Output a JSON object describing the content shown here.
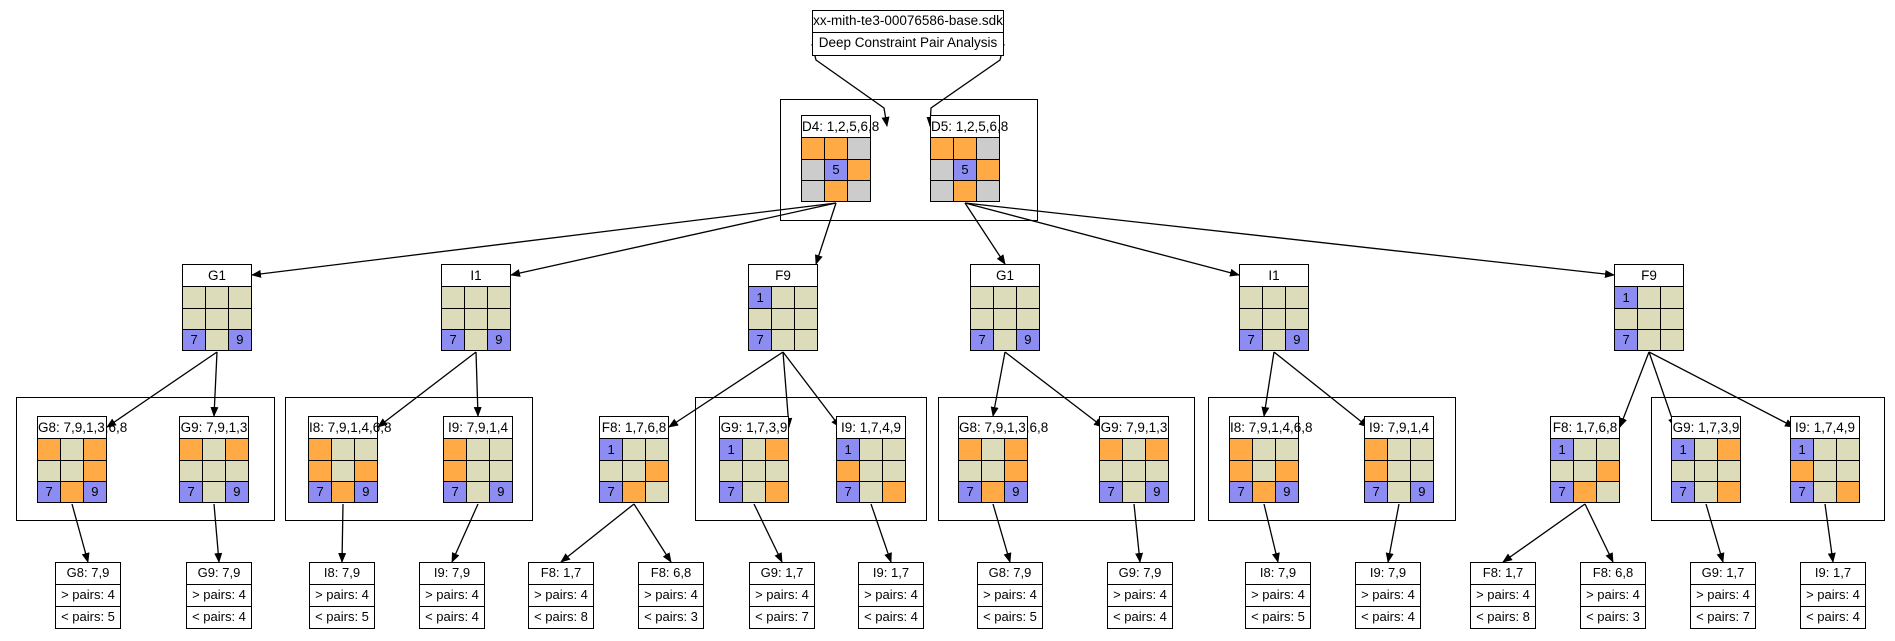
{
  "colors": {
    "b": "#8c8cf2",
    "o": "#ffaa44",
    "g": "#cccccc",
    "k": "#dcdcba",
    "w": "#ffffff"
  },
  "top": {
    "file": "xx-mith-te3-00076586-base.sdk",
    "title": "Deep Constraint Pair Analysis"
  },
  "roots": [
    {
      "label": "D4: 1,2,5,6,8",
      "cells": [
        "o",
        "o",
        "g",
        "g",
        "b",
        "o",
        "g",
        "o",
        "g"
      ],
      "values": [
        "",
        "",
        "",
        "",
        "5",
        "",
        "",
        "",
        ""
      ]
    },
    {
      "label": "D5: 1,2,5,6,8",
      "cells": [
        "o",
        "o",
        "g",
        "g",
        "b",
        "o",
        "g",
        "o",
        "g"
      ],
      "values": [
        "",
        "",
        "",
        "",
        "5",
        "",
        "",
        "",
        ""
      ]
    }
  ],
  "mids": [
    {
      "label": "G1",
      "cells": [
        "k",
        "k",
        "k",
        "k",
        "k",
        "k",
        "b",
        "k",
        "b"
      ],
      "values": [
        "",
        "",
        "",
        "",
        "",
        "",
        "7",
        "",
        "9"
      ]
    },
    {
      "label": "I1",
      "cells": [
        "k",
        "k",
        "k",
        "k",
        "k",
        "k",
        "b",
        "k",
        "b"
      ],
      "values": [
        "",
        "",
        "",
        "",
        "",
        "",
        "7",
        "",
        "9"
      ]
    },
    {
      "label": "F9",
      "cells": [
        "b",
        "k",
        "k",
        "k",
        "k",
        "k",
        "b",
        "k",
        "k"
      ],
      "values": [
        "1",
        "",
        "",
        "",
        "",
        "",
        "7",
        "",
        ""
      ]
    },
    {
      "label": "G1",
      "cells": [
        "k",
        "k",
        "k",
        "k",
        "k",
        "k",
        "b",
        "k",
        "b"
      ],
      "values": [
        "",
        "",
        "",
        "",
        "",
        "",
        "7",
        "",
        "9"
      ]
    },
    {
      "label": "I1",
      "cells": [
        "k",
        "k",
        "k",
        "k",
        "k",
        "k",
        "b",
        "k",
        "b"
      ],
      "values": [
        "",
        "",
        "",
        "",
        "",
        "",
        "7",
        "",
        "9"
      ]
    },
    {
      "label": "F9",
      "cells": [
        "b",
        "k",
        "k",
        "k",
        "k",
        "k",
        "b",
        "k",
        "k"
      ],
      "values": [
        "1",
        "",
        "",
        "",
        "",
        "",
        "7",
        "",
        ""
      ]
    }
  ],
  "subs": [
    {
      "label": "G8: 7,9,1,3,6,8",
      "cells": [
        "o",
        "k",
        "o",
        "k",
        "k",
        "o",
        "b",
        "o",
        "b"
      ],
      "values": [
        "",
        "",
        "",
        "",
        "",
        "",
        "7",
        "",
        "9"
      ]
    },
    {
      "label": "G9: 7,9,1,3",
      "cells": [
        "o",
        "k",
        "o",
        "k",
        "k",
        "k",
        "b",
        "k",
        "b"
      ],
      "values": [
        "",
        "",
        "",
        "",
        "",
        "",
        "7",
        "",
        "9"
      ]
    },
    {
      "label": "I8: 7,9,1,4,6,8",
      "cells": [
        "o",
        "k",
        "k",
        "o",
        "k",
        "o",
        "b",
        "o",
        "b"
      ],
      "values": [
        "",
        "",
        "",
        "",
        "",
        "",
        "7",
        "",
        "9"
      ]
    },
    {
      "label": "I9: 7,9,1,4",
      "cells": [
        "o",
        "k",
        "k",
        "o",
        "k",
        "k",
        "b",
        "k",
        "b"
      ],
      "values": [
        "",
        "",
        "",
        "",
        "",
        "",
        "7",
        "",
        "9"
      ]
    },
    {
      "label": "F8: 1,7,6,8",
      "cells": [
        "b",
        "k",
        "k",
        "k",
        "k",
        "o",
        "b",
        "o",
        "k"
      ],
      "values": [
        "1",
        "",
        "",
        "",
        "",
        "",
        "7",
        "",
        ""
      ]
    },
    {
      "label": "G9: 1,7,3,9",
      "cells": [
        "b",
        "k",
        "o",
        "k",
        "k",
        "k",
        "b",
        "k",
        "o"
      ],
      "values": [
        "1",
        "",
        "",
        "",
        "",
        "",
        "7",
        "",
        ""
      ]
    },
    {
      "label": "I9: 1,7,4,9",
      "cells": [
        "b",
        "k",
        "k",
        "o",
        "k",
        "k",
        "b",
        "k",
        "o"
      ],
      "values": [
        "1",
        "",
        "",
        "",
        "",
        "",
        "7",
        "",
        ""
      ]
    },
    {
      "label": "G8: 7,9,1,3,6,8",
      "cells": [
        "o",
        "k",
        "o",
        "k",
        "k",
        "o",
        "b",
        "o",
        "b"
      ],
      "values": [
        "",
        "",
        "",
        "",
        "",
        "",
        "7",
        "",
        "9"
      ]
    },
    {
      "label": "G9: 7,9,1,3",
      "cells": [
        "o",
        "k",
        "o",
        "k",
        "k",
        "k",
        "b",
        "k",
        "b"
      ],
      "values": [
        "",
        "",
        "",
        "",
        "",
        "",
        "7",
        "",
        "9"
      ]
    },
    {
      "label": "I8: 7,9,1,4,6,8",
      "cells": [
        "o",
        "k",
        "k",
        "o",
        "k",
        "o",
        "b",
        "o",
        "b"
      ],
      "values": [
        "",
        "",
        "",
        "",
        "",
        "",
        "7",
        "",
        "9"
      ]
    },
    {
      "label": "I9: 7,9,1,4",
      "cells": [
        "o",
        "k",
        "k",
        "o",
        "k",
        "k",
        "b",
        "k",
        "b"
      ],
      "values": [
        "",
        "",
        "",
        "",
        "",
        "",
        "7",
        "",
        "9"
      ]
    },
    {
      "label": "F8: 1,7,6,8",
      "cells": [
        "b",
        "k",
        "k",
        "k",
        "k",
        "o",
        "b",
        "o",
        "k"
      ],
      "values": [
        "1",
        "",
        "",
        "",
        "",
        "",
        "7",
        "",
        ""
      ]
    },
    {
      "label": "G9: 1,7,3,9",
      "cells": [
        "b",
        "k",
        "o",
        "k",
        "k",
        "k",
        "b",
        "k",
        "o"
      ],
      "values": [
        "1",
        "",
        "",
        "",
        "",
        "",
        "7",
        "",
        ""
      ]
    },
    {
      "label": "I9: 1,7,4,9",
      "cells": [
        "b",
        "k",
        "k",
        "o",
        "k",
        "k",
        "b",
        "k",
        "o"
      ],
      "values": [
        "1",
        "",
        "",
        "",
        "",
        "",
        "7",
        "",
        ""
      ]
    }
  ],
  "leaves": [
    {
      "label": "G8: 7,9",
      "gt": "> pairs: 4",
      "lt": "< pairs: 5"
    },
    {
      "label": "G9: 7,9",
      "gt": "> pairs: 4",
      "lt": "< pairs: 4"
    },
    {
      "label": "I8: 7,9",
      "gt": "> pairs: 4",
      "lt": "< pairs: 5"
    },
    {
      "label": "I9: 7,9",
      "gt": "> pairs: 4",
      "lt": "< pairs: 4"
    },
    {
      "label": "F8: 1,7",
      "gt": "> pairs: 4",
      "lt": "< pairs: 8"
    },
    {
      "label": "F8: 6,8",
      "gt": "> pairs: 4",
      "lt": "< pairs: 3"
    },
    {
      "label": "G9: 1,7",
      "gt": "> pairs: 4",
      "lt": "< pairs: 7"
    },
    {
      "label": "I9: 1,7",
      "gt": "> pairs: 4",
      "lt": "< pairs: 4"
    },
    {
      "label": "G8: 7,9",
      "gt": "> pairs: 4",
      "lt": "< pairs: 5"
    },
    {
      "label": "G9: 7,9",
      "gt": "> pairs: 4",
      "lt": "< pairs: 4"
    },
    {
      "label": "I8: 7,9",
      "gt": "> pairs: 4",
      "lt": "< pairs: 5"
    },
    {
      "label": "I9: 7,9",
      "gt": "> pairs: 4",
      "lt": "< pairs: 4"
    },
    {
      "label": "F8: 1,7",
      "gt": "> pairs: 4",
      "lt": "< pairs: 8"
    },
    {
      "label": "F8: 6,8",
      "gt": "> pairs: 4",
      "lt": "< pairs: 3"
    },
    {
      "label": "G9: 1,7",
      "gt": "> pairs: 4",
      "lt": "< pairs: 7"
    },
    {
      "label": "I9: 1,7",
      "gt": "> pairs: 4",
      "lt": "< pairs: 4"
    }
  ]
}
